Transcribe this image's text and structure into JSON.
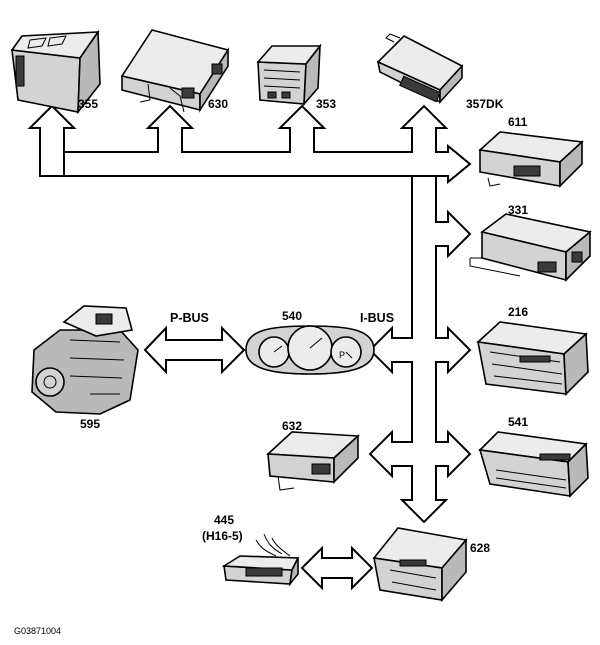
{
  "labels": {
    "m355": "355",
    "m630": "630",
    "m353": "353",
    "m357dk": "357DK",
    "m611": "611",
    "m331": "331",
    "m216": "216",
    "m540": "540",
    "m595": "595",
    "m632": "632",
    "m541": "541",
    "m445": "445",
    "m445_sub": "(H16-5)",
    "m628": "628"
  },
  "buses": {
    "p_bus": "P-BUS",
    "i_bus": "I-BUS"
  },
  "figure_id": "G03871004"
}
